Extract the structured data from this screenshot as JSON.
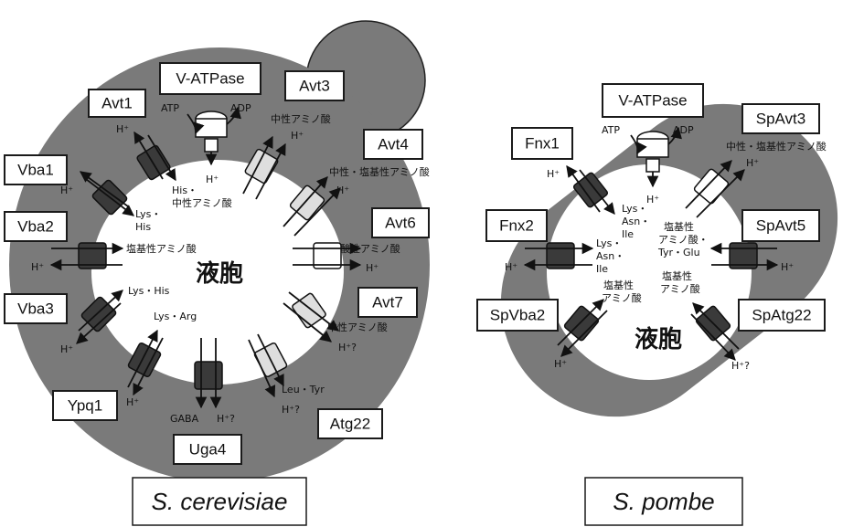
{
  "sc": {
    "lumen": "液胞",
    "title": "S. cerevisiae",
    "labels": {
      "vatpase": "V-ATPase",
      "avt1": "Avt1",
      "avt3": "Avt3",
      "avt4": "Avt4",
      "avt6": "Avt6",
      "avt7": "Avt7",
      "atg22": "Atg22",
      "uga4": "Uga4",
      "ypq1": "Ypq1",
      "vba3": "Vba3",
      "vba2": "Vba2",
      "vba1": "Vba1"
    },
    "text": {
      "atp": "ATP",
      "adp": "ADP",
      "vatpase_h": "H⁺",
      "avt1_h": "H⁺",
      "avt1_sub1": "His・",
      "avt1_sub2": "中性アミノ酸",
      "avt3_sub": "中性アミノ酸",
      "avt3_h": "H⁺",
      "avt4_sub": "中性・塩基性アミノ酸",
      "avt4_h": "H⁺",
      "avt6_sub": "酸性アミノ酸",
      "avt6_h": "H⁺",
      "avt7_sub": "中性アミノ酸",
      "avt7_h": "H⁺?",
      "atg22_sub": "Leu・Tyr",
      "atg22_h": "H⁺?",
      "uga4_sub": "GABA",
      "uga4_h": "H⁺?",
      "ypq1_sub": "Lys・Arg",
      "ypq1_h": "H⁺",
      "vba3_sub": "Lys・His",
      "vba3_h": "H⁺",
      "vba2_sub": "塩基性アミノ酸",
      "vba2_h": "H⁺",
      "vba1_sub1": "Lys・",
      "vba1_sub2": "His",
      "vba1_h": "H⁺"
    }
  },
  "sp": {
    "lumen": "液胞",
    "title": "S. pombe",
    "labels": {
      "vatpase": "V-ATPase",
      "fnx1": "Fnx1",
      "fnx2": "Fnx2",
      "spvba2": "SpVba2",
      "spavt3": "SpAvt3",
      "spavt5": "SpAvt5",
      "spatg22": "SpAtg22"
    },
    "text": {
      "atp": "ATP",
      "adp": "ADP",
      "vatpase_h": "H⁺",
      "fnx1_h": "H⁺",
      "fnx1_sub1": "Lys・",
      "fnx1_sub2": "Asn・",
      "fnx1_sub3": "Ile",
      "fnx2_sub1": "Lys・",
      "fnx2_sub2": "Asn・",
      "fnx2_sub3": "Ile",
      "fnx2_h": "H⁺",
      "spvba2_sub1": "塩基性",
      "spvba2_sub2": "アミノ酸",
      "spvba2_h": "H⁺",
      "spavt3_sub": "中性・塩基性アミノ酸",
      "spavt3_h": "H⁺",
      "spavt5_sub1": "塩基性",
      "spavt5_sub2": "アミノ酸・",
      "spavt5_sub3": "Tyr・Glu",
      "spavt5_h": "H⁺",
      "spatg22_sub1": "塩基性",
      "spatg22_sub2": "アミノ酸",
      "spatg22_h": "H⁺?"
    }
  }
}
